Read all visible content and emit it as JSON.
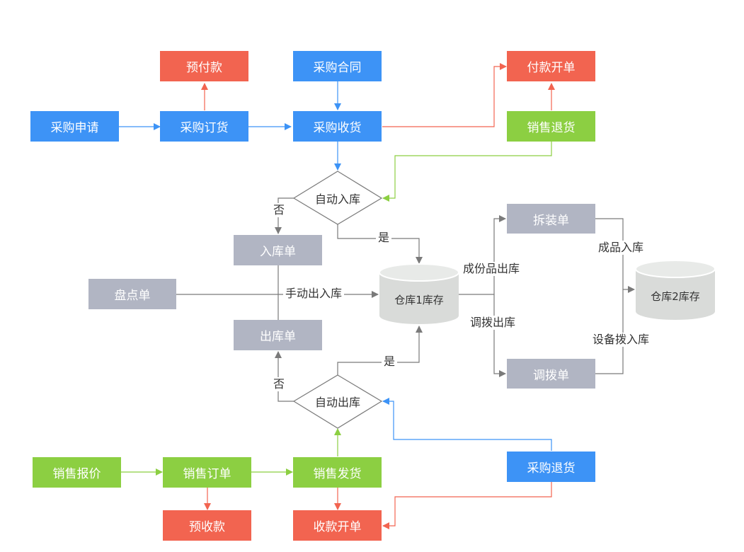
{
  "nodes": {
    "prepay": "预付款",
    "purchase_contract": "采购合同",
    "payment_invoice": "付款开单",
    "purchase_request": "采购申请",
    "purchase_order": "采购订货",
    "purchase_receive": "采购收货",
    "sales_return": "销售退货",
    "auto_inbound": "自动入库",
    "disassembly": "拆装单",
    "inbound_slip": "入库单",
    "stocktake": "盘点单",
    "warehouse1": "仓库1库存",
    "warehouse2": "仓库2库存",
    "outbound_slip": "出库单",
    "transfer_slip": "调拨单",
    "auto_outbound": "自动出库",
    "purchase_return": "采购退货",
    "sales_quote": "销售报价",
    "sales_order": "销售订单",
    "sales_ship": "销售发货",
    "advance_receipt": "预收款",
    "receipt_invoice": "收款开单"
  },
  "edge_labels": {
    "no_top": "否",
    "yes_top": "是",
    "manual": "手动出入库",
    "component_out": "成份品出库",
    "transfer_out": "调拨出库",
    "finished_in": "成品入库",
    "equipment_in": "设备拨入库",
    "yes_bottom": "是",
    "no_bottom": "否"
  },
  "colors": {
    "blue": "#3d93f6",
    "red": "#f26450",
    "green": "#8ccf42",
    "gray": "#b1b5c3",
    "line_gray": "#8a8a8a"
  }
}
